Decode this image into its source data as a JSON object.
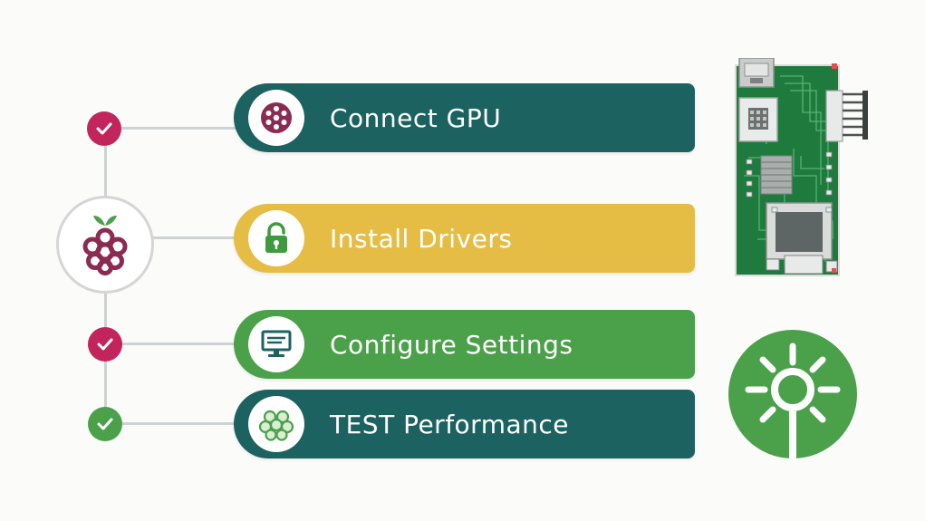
{
  "steps": [
    {
      "label": "Connect GPU",
      "icon": "raspberry-flower-icon",
      "color": "#1c6260",
      "text_color": "#ffffff",
      "status": "done",
      "status_color": "#c2255c"
    },
    {
      "label": "Install Drivers",
      "icon": "lock-icon",
      "color": "#e6bd44",
      "text_color": "#ffffff",
      "status": "active",
      "status_color": "#8c2b52"
    },
    {
      "label": "Configure Settings",
      "icon": "monitor-icon",
      "color": "#4aa14a",
      "text_color": "#ffffff",
      "status": "done",
      "status_color": "#c2255c"
    },
    {
      "label": "TEST Performance",
      "icon": "grape-cluster-icon",
      "color": "#1c6260",
      "text_color": "#ffffff",
      "status": "done",
      "status_color": "#4aa14a"
    }
  ],
  "colors": {
    "teal": "#1c6260",
    "yellow": "#e6bd44",
    "green": "#4aa14a",
    "raspberry": "#8c2b52",
    "check_red": "#c2255c",
    "pcb_green": "#1f7a3e"
  },
  "decorations": {
    "center_node_icon": "raspberry-pi-logo-icon",
    "board_illustration": "circuit-board-icon",
    "settings_badge": "sun-gear-icon"
  }
}
